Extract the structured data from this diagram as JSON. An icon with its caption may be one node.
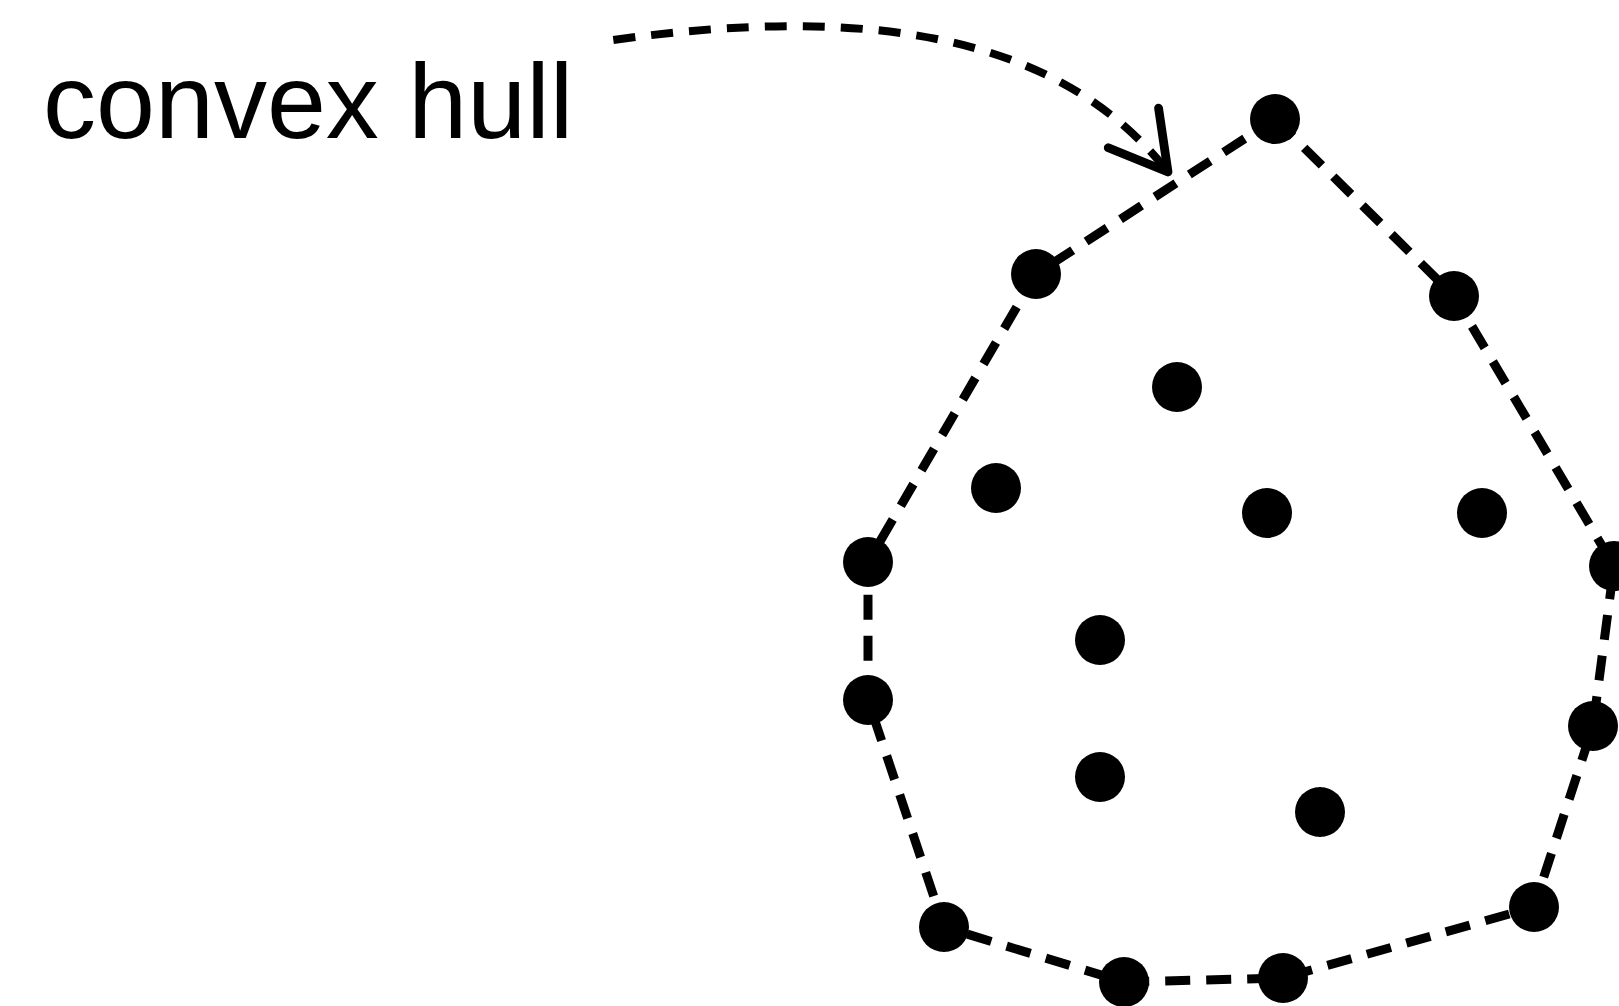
{
  "diagram": {
    "nodes": [
      {
        "text": [
          "convex hull"
        ]
      },
      {
        "text": [],
        "shape": "polygon"
      }
    ],
    "edges": [
      {
        "from": 0,
        "to": 1,
        "arrow": "to",
        "style": "dashed"
      }
    ]
  }
}
